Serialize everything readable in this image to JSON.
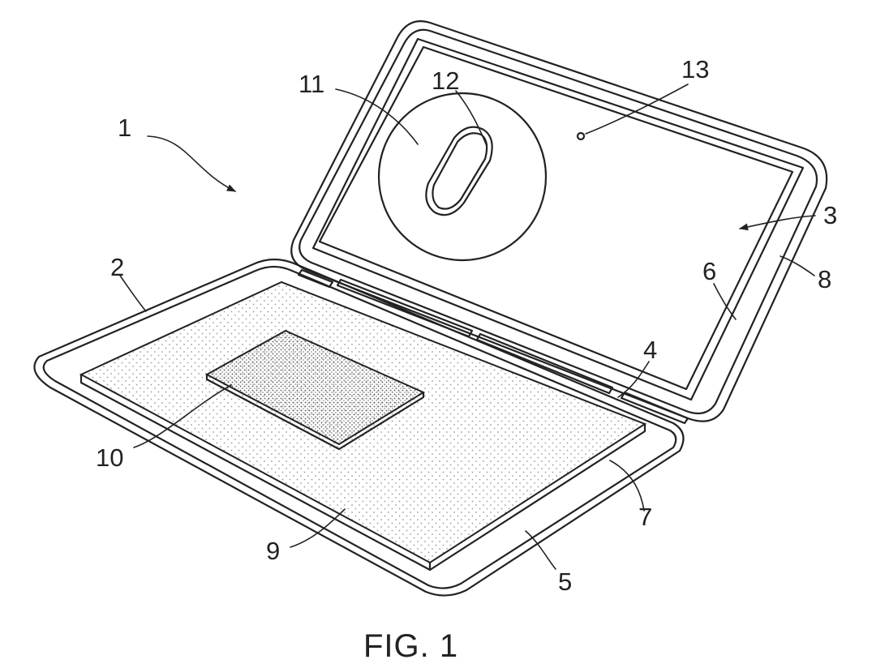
{
  "figure": {
    "caption": "FIG. 1",
    "labels": {
      "l1": "1",
      "l2": "2",
      "l3": "3",
      "l4": "4",
      "l5": "5",
      "l6": "6",
      "l7": "7",
      "l8": "8",
      "l9": "9",
      "l10": "10",
      "l11": "11",
      "l12": "12",
      "l13": "13"
    }
  },
  "colors": {
    "line": "#222222",
    "stipple_light": "#9a9a9a",
    "stipple_dense": "#555555"
  }
}
